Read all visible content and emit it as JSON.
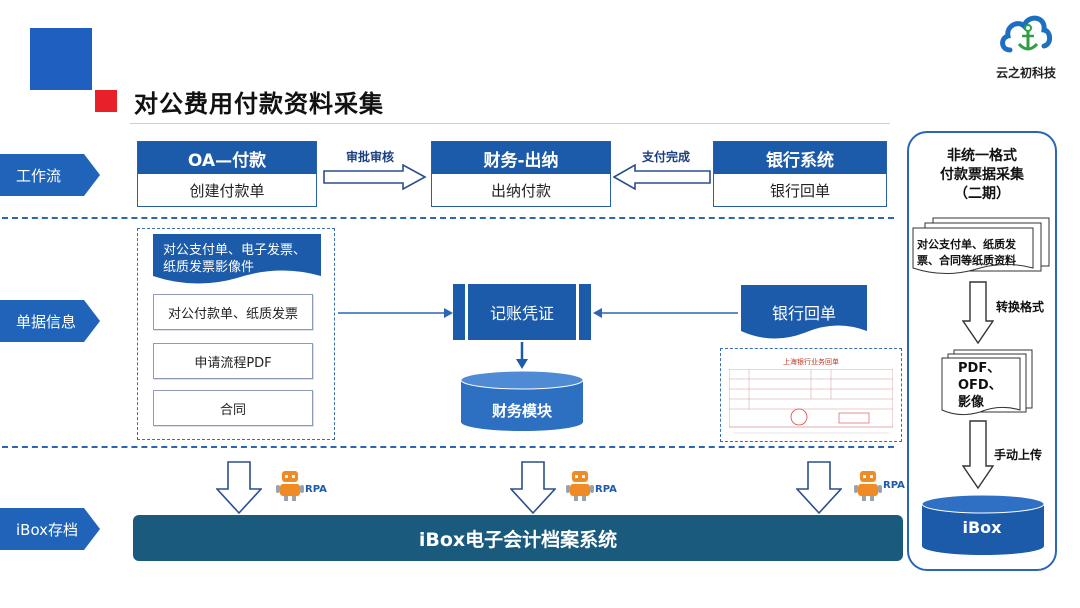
{
  "header": {
    "title": "对公费用付款资料采集"
  },
  "logo": {
    "text": "云之初科技"
  },
  "rows": {
    "workflow": "工作流",
    "documents": "单据信息",
    "archive": "iBox存档"
  },
  "workflow": {
    "oa": {
      "title": "OA—付款",
      "sub": "创建付款单"
    },
    "finance": {
      "title": "财务-出纳",
      "sub": "出纳付款"
    },
    "bank": {
      "title": "银行系统",
      "sub": "银行回单"
    },
    "arrow_approve": "审批审核",
    "arrow_paid": "支付完成"
  },
  "documents": {
    "items": [
      "对公支付单、电子发票、纸质发票影像件",
      "对公付款单、纸质发票",
      "申请流程PDF",
      "合同"
    ],
    "voucher": "记账凭证",
    "finance_module": "财务模块",
    "bank_receipt": "银行回单",
    "receipt_title": "上海银行业务回单"
  },
  "archive": {
    "system": "iBox电子会计档案系统",
    "rpa": "RPA"
  },
  "right_panel": {
    "title_lines": [
      "非统一格式",
      "付款票据采集",
      "（二期）"
    ],
    "doc_text": "对公支付单、纸质发票、合同等纸质资料",
    "step_convert": "转换格式",
    "formats": [
      "PDF、",
      "OFD、",
      "影像"
    ],
    "step_upload": "手动上传",
    "ibox": "iBox"
  },
  "colors": {
    "primary": "#1c5aaa",
    "accent_red": "#e8202a",
    "bar": "#1a5a7d",
    "db": "#2d6fc0"
  }
}
